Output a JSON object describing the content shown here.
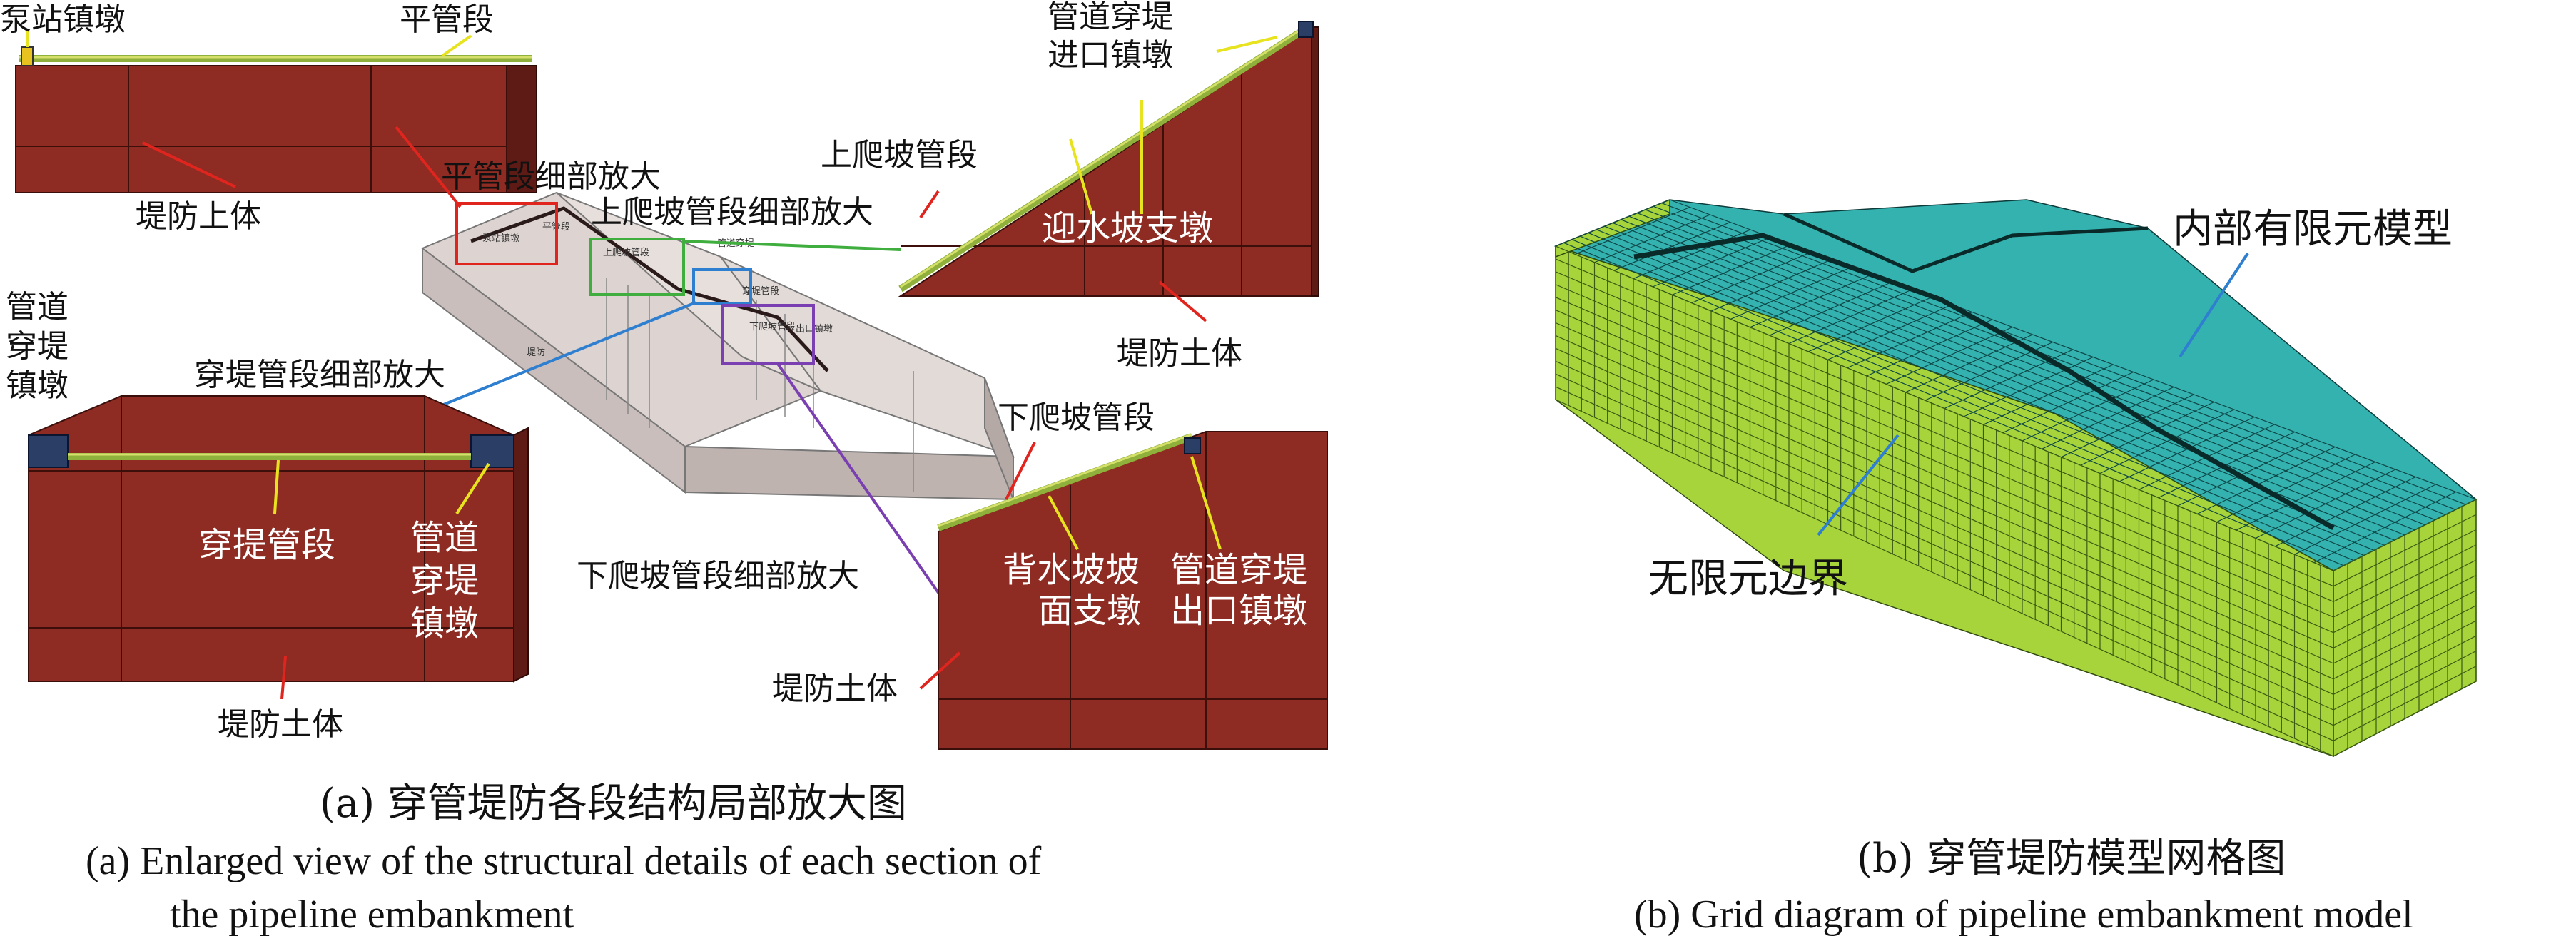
{
  "labels": {
    "pump_station_pier": "泵站镇墩",
    "flat_section": "平管段",
    "inlet_pier_l1": "管道穿堤",
    "inlet_pier_l2": "进口镇墩",
    "embankment_top": "堤防上体",
    "flat_zoom": "平管段细部放大",
    "uphill_zoom": "上爬坡管段细部放大",
    "uphill_section": "上爬坡管段",
    "upstream_support": "迎水坡支墩",
    "embankment_soil_right": "堤防土体",
    "crossing_pier_l1": "管道",
    "crossing_pier_l2": "穿堤",
    "crossing_pier_l3": "镇墩",
    "crossing_zoom": "穿堤管段细部放大",
    "downhill_section": "下爬坡管段",
    "crossing_pipe": "穿提管段",
    "crossing_pier_b_l1": "管道",
    "crossing_pier_b_l2": "穿堤",
    "crossing_pier_b_l3": "镇墩",
    "downstream_support_l1": "背水坡坡",
    "downstream_support_l2": "面支墩",
    "outlet_pier_l1": "管道穿堤",
    "outlet_pier_l2": "出口镇墩",
    "downhill_zoom": "下爬坡管段细部放大",
    "embankment_soil_lower": "堤防土体",
    "embankment_soil_bottom": "堤防土体",
    "internal_fe_model": "内部有限元模型",
    "infinite_boundary": "无限元边界"
  },
  "center_model_tiny": [
    "泵站镇墩",
    "平管段",
    "上爬坡管段",
    "管道穿堤",
    "穿堤管段",
    "下爬坡管段",
    "出口镇墩",
    "堤防"
  ],
  "captions": {
    "a_cn": "(a)  穿管堤防各段结构局部放大图",
    "a_en_l1": "(a)   Enlarged view of the structural details of each section of",
    "a_en_l2": "the pipeline embankment",
    "b_cn": "(b)  穿管堤防模型网格图",
    "b_en": "(b)  Grid diagram of pipeline embankment model"
  },
  "colors": {
    "soil": "#8e2b22",
    "pipe": "#8fb03a",
    "pier": "#2a3e66",
    "fe_mesh": "#34b2b0",
    "infinite_mesh": "#a6d43a",
    "zoom_flat": "#e0251f",
    "zoom_uphill": "#3fae3f",
    "zoom_crossing": "#2f7fd0",
    "zoom_downhill": "#7a3fb0"
  }
}
